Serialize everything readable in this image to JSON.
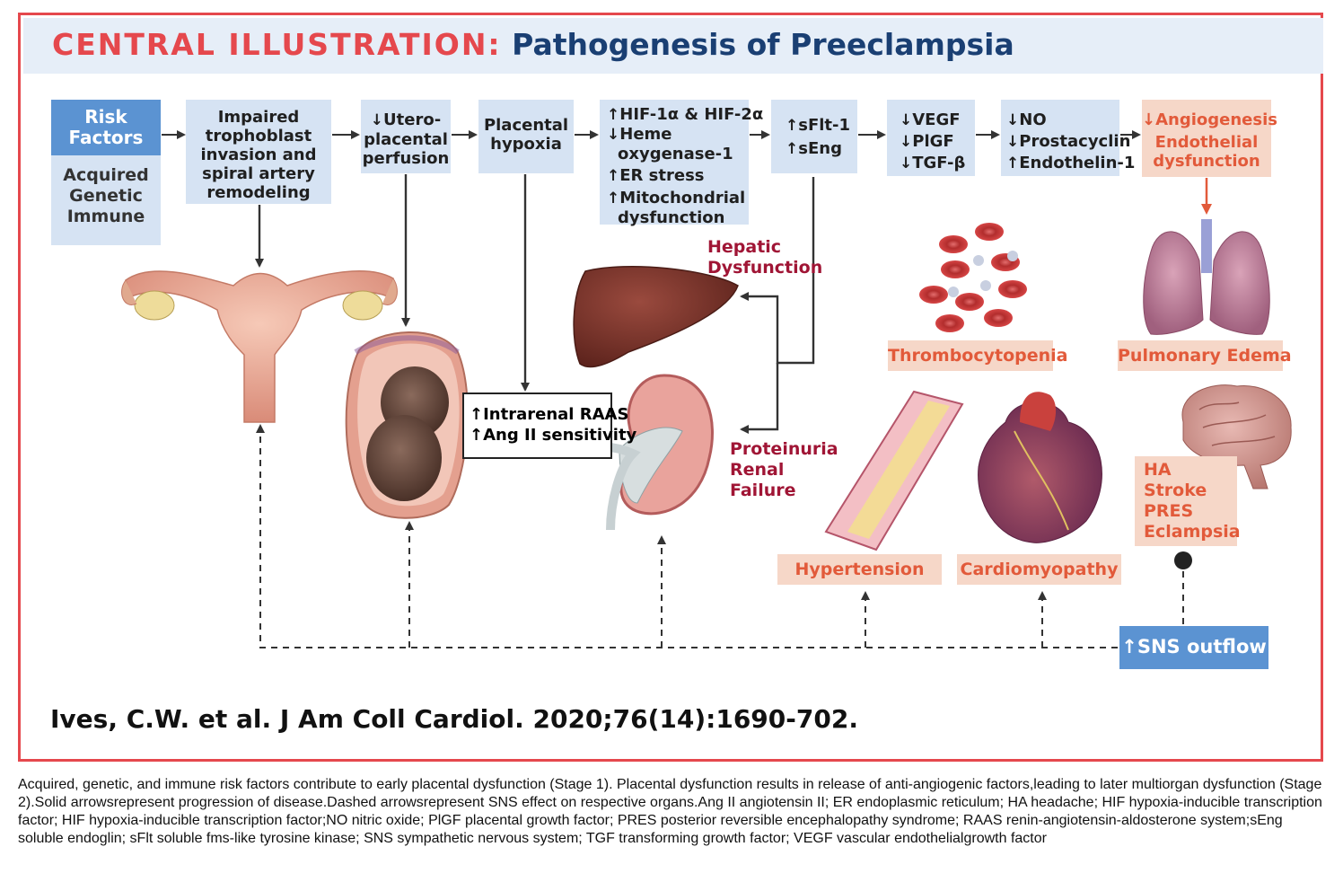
{
  "header": {
    "label": "CENTRAL ILLUSTRATION:",
    "title": "Pathogenesis of Preeclampsia"
  },
  "risk_factors": {
    "title_line1": "Risk",
    "title_line2": "Factors",
    "items": [
      "Acquired",
      "Genetic",
      "Immune"
    ]
  },
  "flow": [
    {
      "lines": [
        {
          "arrow": "",
          "text": "Impaired"
        },
        {
          "arrow": "",
          "text": "trophoblast"
        },
        {
          "arrow": "",
          "text": "invasion and"
        },
        {
          "arrow": "",
          "text": "spiral artery"
        },
        {
          "arrow": "",
          "text": "remodeling"
        }
      ]
    },
    {
      "lines": [
        {
          "arrow": "↓",
          "text": "Utero-"
        },
        {
          "arrow": "",
          "text": "placental"
        },
        {
          "arrow": "",
          "text": "perfusion"
        }
      ]
    },
    {
      "lines": [
        {
          "arrow": "",
          "text": "Placental"
        },
        {
          "arrow": "",
          "text": "hypoxia"
        }
      ]
    },
    {
      "lines": [
        {
          "arrow": "↑",
          "text": "HIF-1α & HIF-2α"
        },
        {
          "arrow": "↓",
          "text": "Heme"
        },
        {
          "arrow": "",
          "text": "oxygenase-1"
        },
        {
          "arrow": "↑",
          "text": "ER stress"
        },
        {
          "arrow": "↑",
          "text": "Mitochondrial"
        },
        {
          "arrow": "",
          "text": "dysfunction"
        }
      ]
    },
    {
      "lines": [
        {
          "arrow": "↑",
          "text": "sFlt-1"
        },
        {
          "arrow": "↑",
          "text": "sEng"
        }
      ]
    },
    {
      "lines": [
        {
          "arrow": "↓",
          "text": "VEGF"
        },
        {
          "arrow": "↓",
          "text": "PlGF"
        },
        {
          "arrow": "↓",
          "text": "TGF-β"
        }
      ]
    },
    {
      "lines": [
        {
          "arrow": "↓",
          "text": "NO"
        },
        {
          "arrow": "↓",
          "text": "Prostacyclin"
        },
        {
          "arrow": "↑",
          "text": "Endothelin-1"
        }
      ]
    },
    {
      "lines": [
        {
          "arrow": "↓",
          "text": "Angiogenesis"
        },
        {
          "arrow": "",
          "text": "Endothelial"
        },
        {
          "arrow": "",
          "text": "dysfunction"
        }
      ]
    }
  ],
  "raas": {
    "line1_arrow": "↑",
    "line1": "Intrarenal RAAS",
    "line2_arrow": "↑",
    "line2": "Ang II sensitivity"
  },
  "organs": {
    "hepatic": [
      "Hepatic",
      "Dysfunction"
    ],
    "renal": [
      "Proteinuria",
      "Renal",
      "Failure"
    ],
    "thrombocytopenia": "Thrombocytopenia",
    "pulmonary": "Pulmonary Edema",
    "hypertension": "Hypertension",
    "cardiomyopathy": "Cardiomyopathy",
    "neuro": [
      "HA",
      "Stroke",
      "PRES",
      "Eclampsia"
    ]
  },
  "sns": {
    "arrow": "↑",
    "label": "SNS outflow"
  },
  "citation": "Ives, C.W. et al. J Am Coll Cardiol. 2020;76(14):1690-702.",
  "caption": "Acquired, genetic, and immune risk factors contribute to early placental dysfunction (Stage 1). Placental dysfunction results in release of anti-angiogenic factors,leading to later multiorgan dysfunction (Stage 2).Solid arrowsrepresent progression of disease.Dashed arrowsrepresent SNS effect on respective organs.Ang II angiotensin II; ER endoplasmic reticulum; HA headache; HIF hypoxia-inducible transcription factor; HIF hypoxia-inducible transcription factor;NO nitric oxide; PlGF placental growth factor; PRES posterior reversible encephalopathy syndrome; RAAS renin-angiotensin-aldosterone system;sEng soluble endoglin; sFlt soluble fms-like tyrosine kinase; SNS sympathetic nervous system; TGF transforming growth factor; VEGF vascular endothelialgrowth factor",
  "colors": {
    "accent_red": "#e5484d",
    "title_blue": "#1a3f73",
    "box_blue": "#d6e3f3",
    "risk_blue": "#5b93d2",
    "salmon_fill": "#f6d7c8",
    "salmon_text": "#e25a3a",
    "organ_text": "#a01535"
  }
}
